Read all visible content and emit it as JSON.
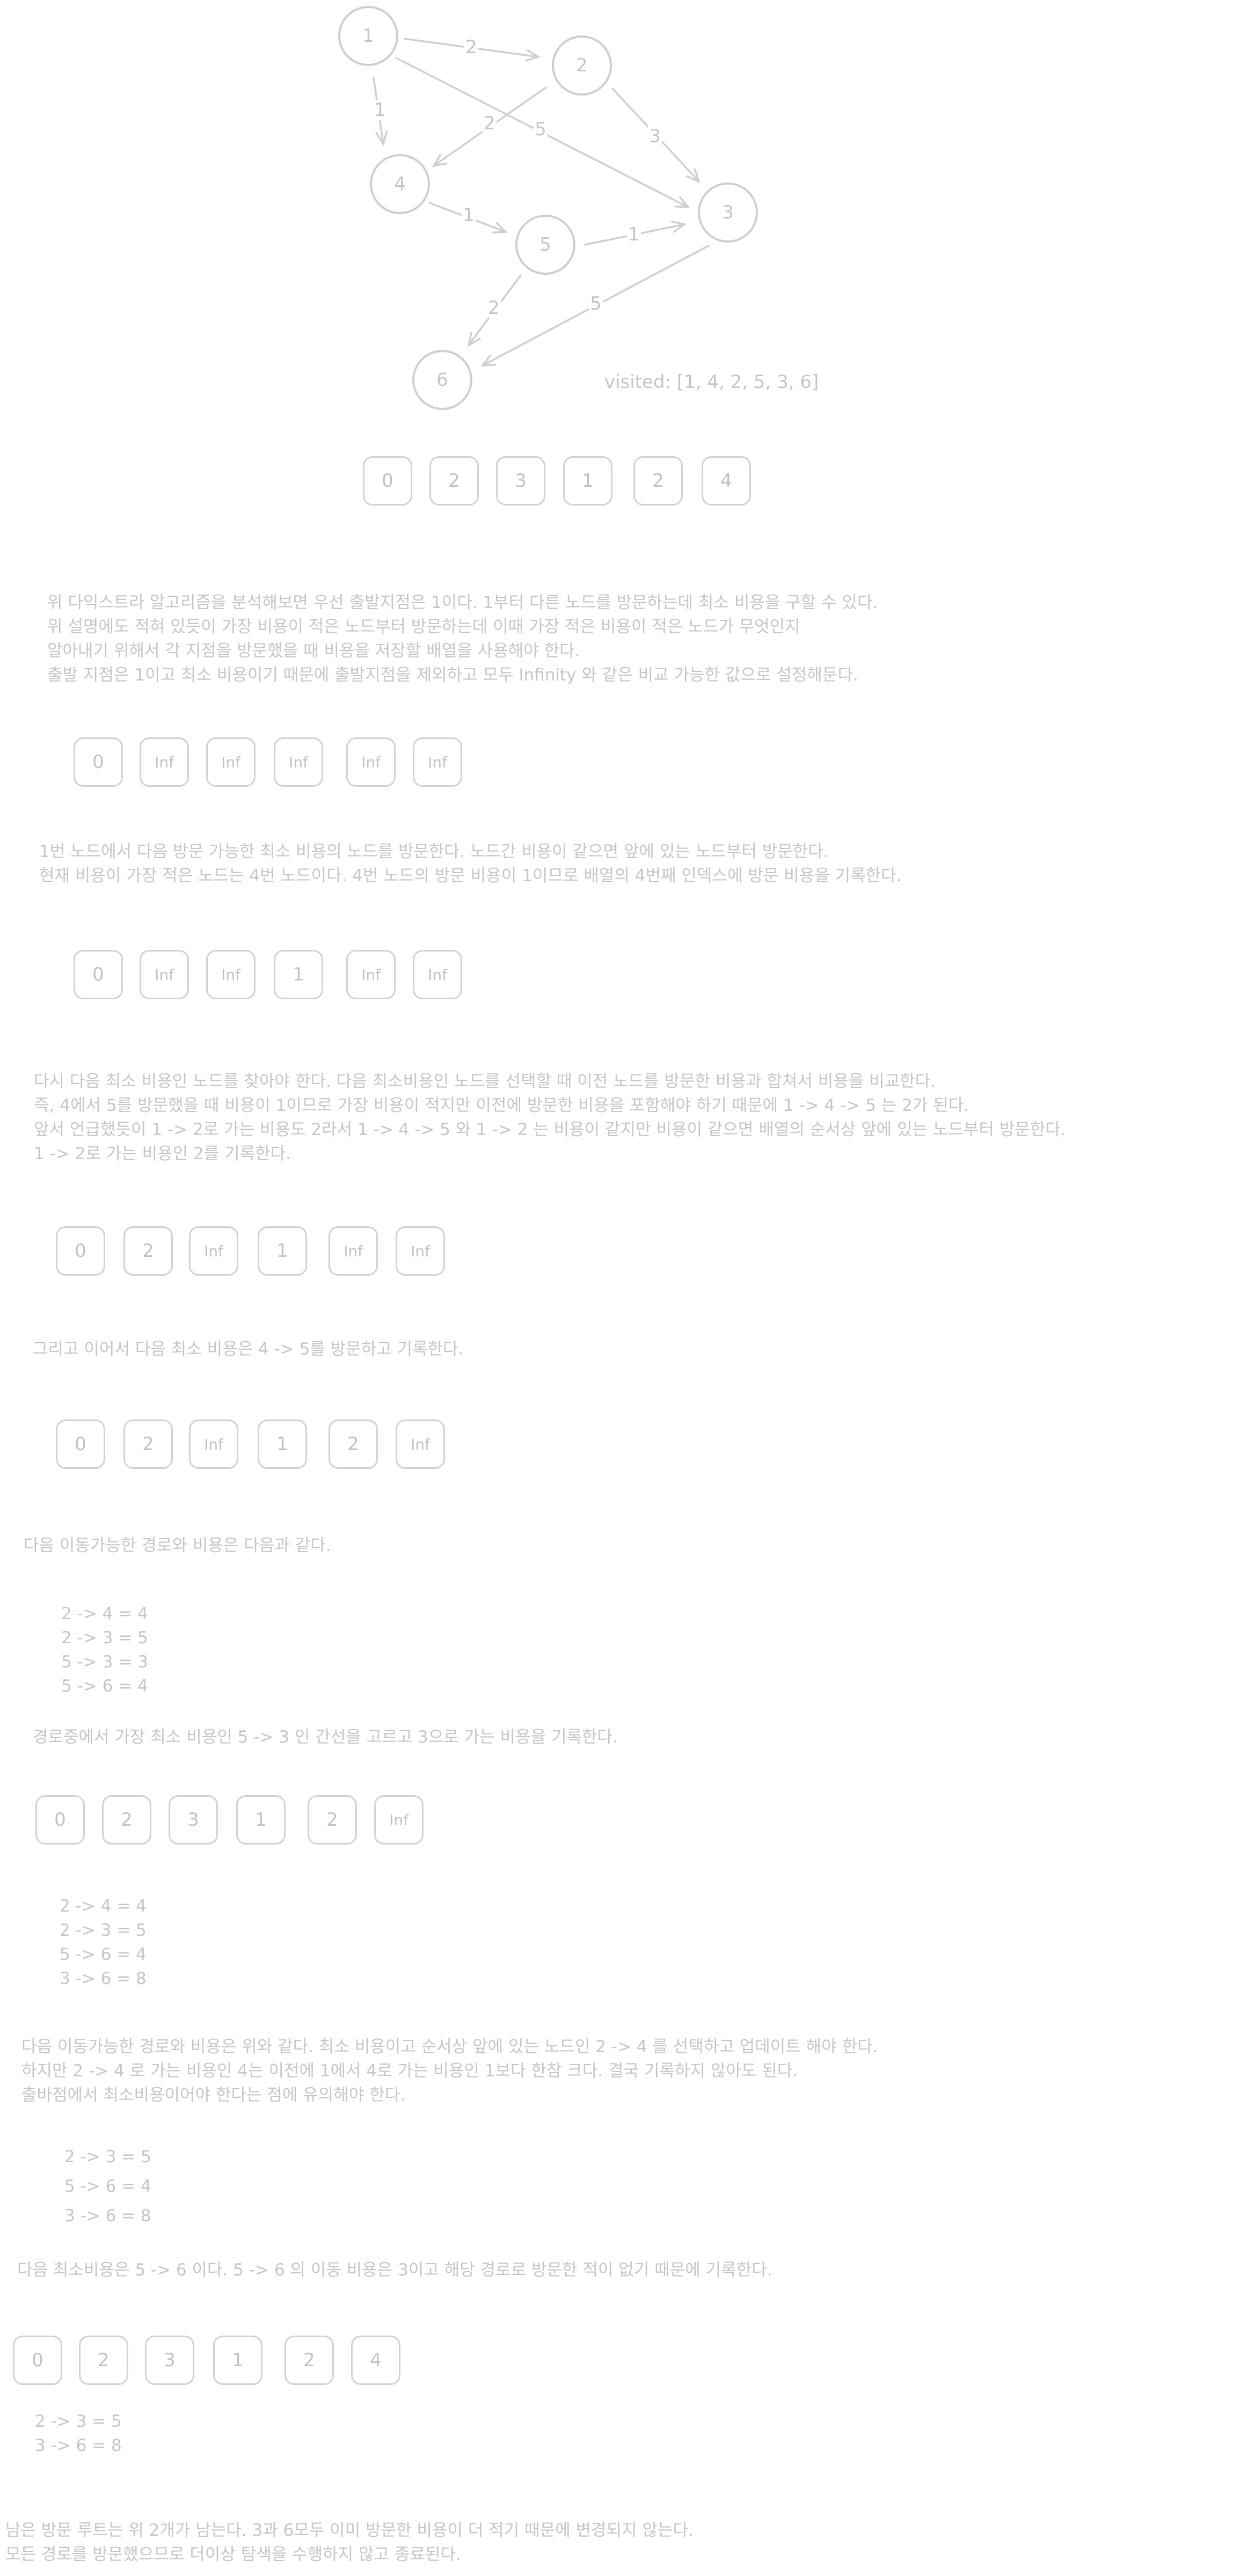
{
  "graph": {
    "nodes": [
      {
        "id": "1",
        "label": "1"
      },
      {
        "id": "2",
        "label": "2"
      },
      {
        "id": "3",
        "label": "3"
      },
      {
        "id": "4",
        "label": "4"
      },
      {
        "id": "5",
        "label": "5"
      },
      {
        "id": "6",
        "label": "6"
      }
    ],
    "edges": [
      {
        "from": "1",
        "to": "2",
        "weight": "2"
      },
      {
        "from": "1",
        "to": "4",
        "weight": "1"
      },
      {
        "from": "1",
        "to": "3",
        "weight": "5"
      },
      {
        "from": "2",
        "to": "4",
        "weight": "2"
      },
      {
        "from": "2",
        "to": "3",
        "weight": "3"
      },
      {
        "from": "4",
        "to": "5",
        "weight": "1"
      },
      {
        "from": "5",
        "to": "3",
        "weight": "1"
      },
      {
        "from": "5",
        "to": "6",
        "weight": "2"
      },
      {
        "from": "3",
        "to": "6",
        "weight": "5"
      }
    ],
    "visited_label": "visited: [1, 4, 2, 5, 3, 6]"
  },
  "arrays": {
    "final_top": [
      "0",
      "2",
      "3",
      "1",
      "2",
      "4"
    ],
    "init": [
      "0",
      "Inf",
      "Inf",
      "Inf",
      "Inf",
      "Inf"
    ],
    "step1": [
      "0",
      "Inf",
      "Inf",
      "1",
      "Inf",
      "Inf"
    ],
    "step2": [
      "0",
      "2",
      "Inf",
      "1",
      "Inf",
      "Inf"
    ],
    "step3": [
      "0",
      "2",
      "Inf",
      "1",
      "2",
      "Inf"
    ],
    "step4": [
      "0",
      "2",
      "3",
      "1",
      "2",
      "Inf"
    ],
    "step5": [
      "0",
      "2",
      "3",
      "1",
      "2",
      "4"
    ]
  },
  "texts": {
    "intro": [
      "위 다익스트라 알고리즘을 분석해보면 우선 출발지점은 1이다. 1부터 다른 노드를 방문하는데 최소 비용을 구할 수 있다.",
      "위 설명에도 적혀 있듯이 가장 비용이 적은 노드부터 방문하는데 이때 가장 적은 비용이 적은 노드가 무엇인지",
      "알아내기 위해서 각 지점을 방문했을 때 비용을 저장할 배열을 사용해야 한다.",
      "출발 지점은 1이고 최소 비용이기 때문에 출발지점을 제외하고 모두 Infinity 와 같은 비교 가능한 값으로 설정해둔다."
    ],
    "s1": [
      "1번 노드에서 다음 방문 가능한 최소 비용의 노드를 방문한다. 노드간 비용이 같으면 앞에 있는 노드부터 방문한다.",
      "현재 비용이 가장 적은 노드는 4번 노드이다. 4번 노드의 방문 비용이 1이므로 배열의 4번째 인덱스에 방문 비용을 기록한다."
    ],
    "s2": [
      "다시 다음 최소 비용인 노드를 찾아야 한다. 다음 최소비용인 노드를 선택할 때 이전 노드를 방문한 비용과 합쳐서 비용을 비교한다.",
      "즉, 4에서 5를 방문했을 때 비용이 1이므로 가장 비용이 적지만 이전에 방문한 비용을 포함해야 하기 때문에 1 -> 4 -> 5 는 2가 된다.",
      "앞서 언급했듯이 1 -> 2로 가는 비용도 2라서 1 -> 4 -> 5 와 1 -> 2 는 비용이 같지만 비용이 같으면 배열의 순서상 앞에 있는 노드부터 방문한다.",
      "1 -> 2로 가는 비용인 2를 기록한다."
    ],
    "s3": [
      "그리고 이어서 다음 최소 비용은 4 -> 5를 방문하고 기록한다."
    ],
    "s4": [
      "다음 이동가능한 경로와 비용은 다음과 같다."
    ],
    "paths1": [
      "2 -> 4 = 4",
      "2 -> 3 = 5",
      "5 -> 3 = 3",
      "5 -> 6 = 4"
    ],
    "s5": [
      "경로중에서 가장 최소 비용인 5 -> 3 인 간선을 고르고 3으로 가는 비용을 기록한다."
    ],
    "paths2": [
      "2 -> 4 = 4",
      "2 -> 3 = 5",
      "5 -> 6 = 4",
      "3 -> 6 = 8"
    ],
    "s6": [
      "다음 이동가능한 경로와 비용은 위와 같다. 최소 비용이고 순서상 앞에 있는 노드인 2 -> 4 를 선택하고 업데이트 해야 한다.",
      "하지만 2 -> 4 로 가는 비용인 4는 이전에 1에서 4로 가는 비용인 1보다 한참 크다. 결국 기록하지 않아도 된다.",
      "출바점에서 최소비용이어야 한다는 점에 유의해야 한다."
    ],
    "paths3": [
      "2 -> 3 = 5",
      "5 -> 6 = 4",
      "3 -> 6 = 8"
    ],
    "s7": [
      "다음 최소비용은 5 -> 6 이다. 5 -> 6 의 이동 비용은 3이고 해당 경로로 방문한 적이 없기 때문에 기록한다."
    ],
    "paths4": [
      "2 -> 3 = 5",
      "3 -> 6 = 8"
    ],
    "s8": [
      "남은 방문 루트는 위 2개가 남는다. 3과 6모두 이미 방문한 비용이 더 적기 때문에 변경되지 않는다.",
      "모든 경로를 방문했으므로 더이상 탐색을 수행하지 않고 종료된다."
    ]
  }
}
